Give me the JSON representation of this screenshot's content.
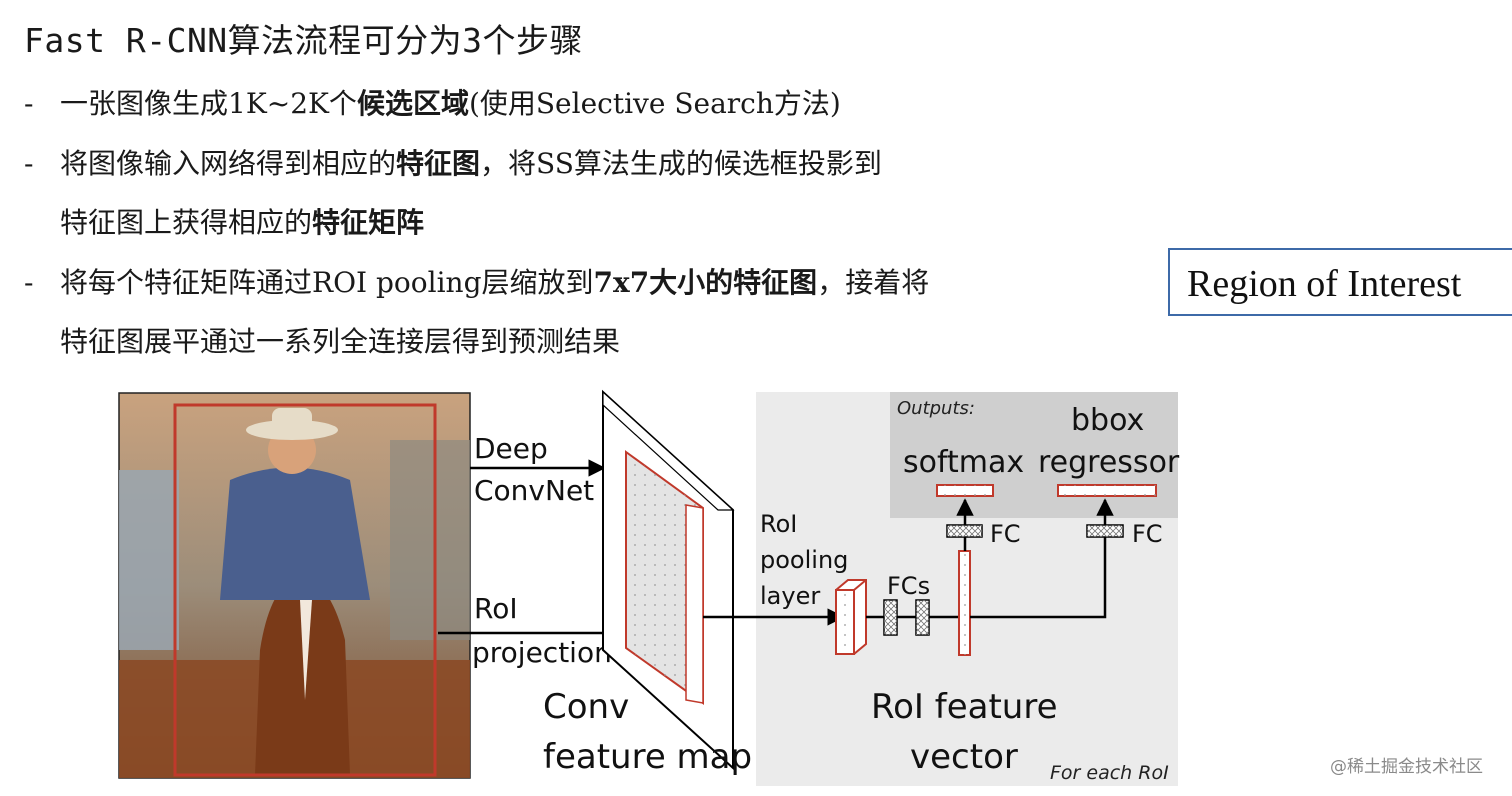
{
  "slide": {
    "title": "Fast R-CNN算法流程可分为3个步骤",
    "steps": [
      {
        "dash": "-",
        "text_a": "一张图像生成1K~2K个",
        "bold_a": "候选区域",
        "text_b": "(使用Selective Search方法)"
      },
      {
        "dash": "-",
        "text_a": "将图像输入网络得到相应的",
        "bold_a": "特征图",
        "text_b": "，将SS算法生成的候选框投影到"
      },
      {
        "text_a": "特征图上获得相应的",
        "bold_a": "特征矩阵"
      },
      {
        "dash": "-",
        "text_a": "将每个特征矩阵通过ROI pooling层缩放到",
        "bold_a": "7x7大小的特征图",
        "text_b": "，接着将"
      },
      {
        "text_a": "特征图展平通过一系列全连接层得到预测结果"
      }
    ],
    "roi_box_label": "Region of Interest",
    "watermark": "@稀土掘金技术社区"
  },
  "diagram": {
    "labels": {
      "deep": "Deep",
      "convnet": "ConvNet",
      "roi": "RoI",
      "projection": "projection",
      "conv": "Conv",
      "feature_map": "feature map",
      "roi_pool_1": "RoI",
      "roi_pool_2": "pooling",
      "roi_pool_3": "layer",
      "fcs": "FCs",
      "outputs": "Outputs:",
      "softmax": "softmax",
      "bbox": "bbox",
      "regressor": "regressor",
      "fc_left": "FC",
      "fc_right": "FC",
      "roi_feature": "RoI feature",
      "vector": "vector",
      "for_each": "For each RoI"
    },
    "colors": {
      "red": "#c0392b",
      "panel": "#ebebeb",
      "outputs_panel": "#cfcfcf",
      "roi_box_border": "#3d6aa8"
    }
  }
}
